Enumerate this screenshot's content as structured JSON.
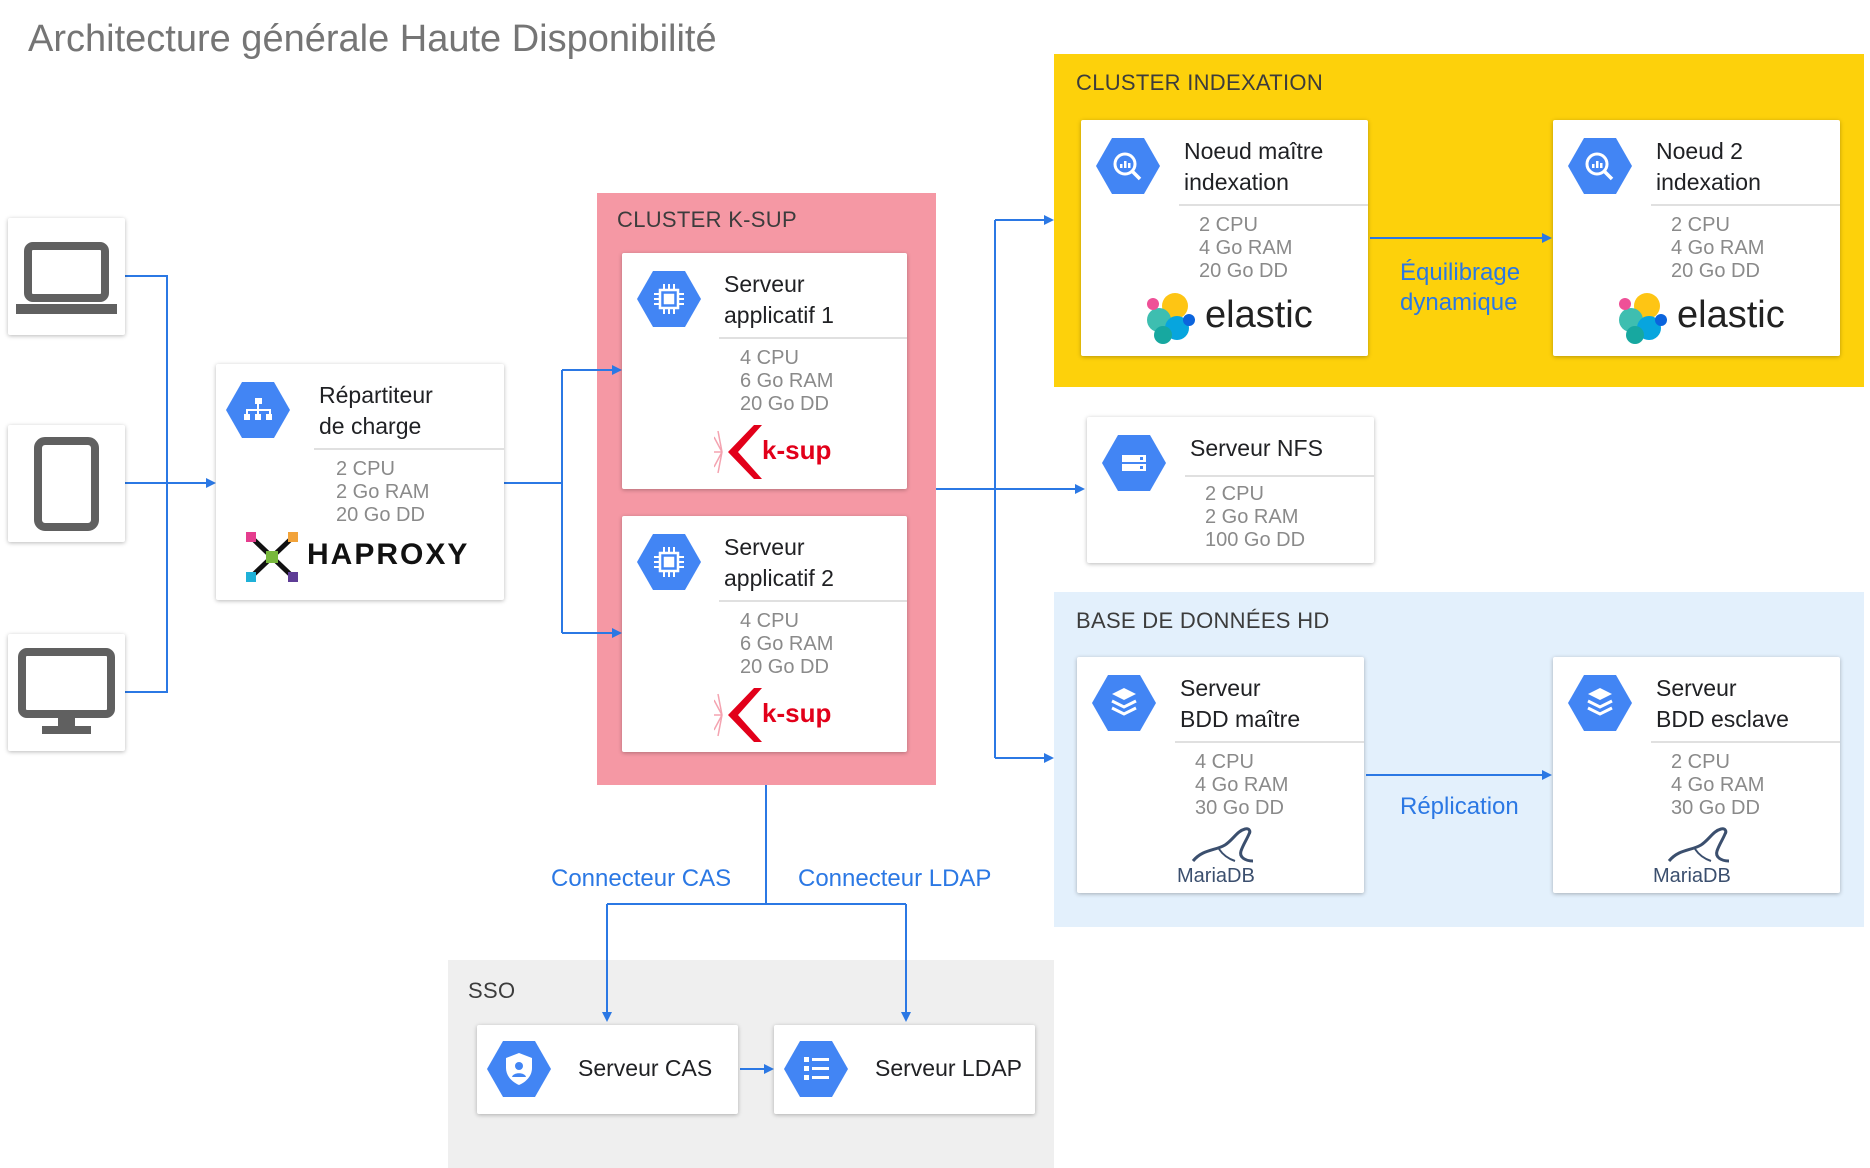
{
  "title": "Architecture générale Haute Disponibilité",
  "colors": {
    "blue": "#4285f4",
    "wire": "#2b78e4",
    "ksup_zone": "#f598a4",
    "index_zone": "#fdd10b",
    "db_zone": "#e3f0fc",
    "sso_zone": "#efefef"
  },
  "zones": {
    "ksup": "CLUSTER K-SUP",
    "indexation": "CLUSTER INDEXATION",
    "db": "BASE DE DONNÉES HD",
    "sso": "SSO"
  },
  "devices": [
    {
      "name": "laptop-icon"
    },
    {
      "name": "tablet-icon"
    },
    {
      "name": "desktop-icon"
    }
  ],
  "lb": {
    "title1": "Répartiteur",
    "title2": "de charge",
    "specs": [
      "2 CPU",
      "2 Go RAM",
      "20 Go DD"
    ],
    "logo": "HAPROXY"
  },
  "app1": {
    "title1": "Serveur",
    "title2": "applicatif 1",
    "specs": [
      "4 CPU",
      "6 Go RAM",
      "20 Go DD"
    ],
    "logo": "k-sup"
  },
  "app2": {
    "title1": "Serveur",
    "title2": "applicatif 2",
    "specs": [
      "4 CPU",
      "6 Go RAM",
      "20 Go DD"
    ],
    "logo": "k-sup"
  },
  "idx1": {
    "title1": "Noeud maître",
    "title2": "indexation",
    "specs": [
      "2 CPU",
      "4 Go RAM",
      "20 Go DD"
    ],
    "logo": "elastic"
  },
  "idx2": {
    "title1": "Noeud 2",
    "title2": "indexation",
    "specs": [
      "2 CPU",
      "4 Go RAM",
      "20 Go DD"
    ],
    "logo": "elastic"
  },
  "nfs": {
    "title1": "Serveur NFS",
    "specs": [
      "2 CPU",
      "2 Go RAM",
      "100 Go DD"
    ]
  },
  "db1": {
    "title1": "Serveur",
    "title2": "BDD maître",
    "specs": [
      "4 CPU",
      "4 Go RAM",
      "30 Go DD"
    ],
    "logo": "MariaDB"
  },
  "db2": {
    "title1": "Serveur",
    "title2": "BDD esclave",
    "specs": [
      "2 CPU",
      "4 Go RAM",
      "30 Go DD"
    ],
    "logo": "MariaDB"
  },
  "cas": {
    "title1": "Serveur CAS"
  },
  "ldap": {
    "title1": "Serveur LDAP"
  },
  "edges": {
    "balance1": "Équilibrage",
    "balance2": "dynamique",
    "replication": "Réplication",
    "cas": "Connecteur CAS",
    "ldap": "Connecteur LDAP"
  }
}
